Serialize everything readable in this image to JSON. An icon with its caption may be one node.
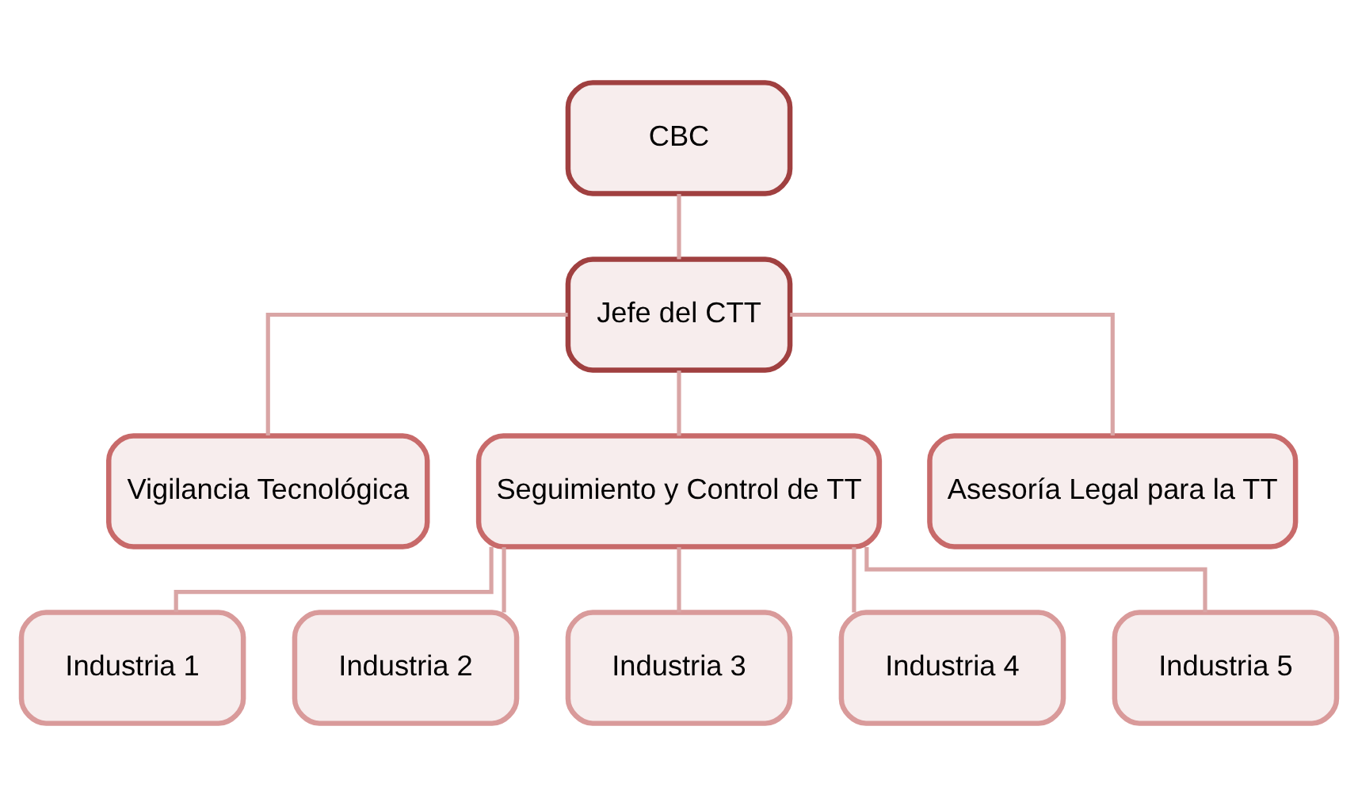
{
  "diagram": {
    "nodes": [
      {
        "text": [
          "CBC"
        ]
      },
      {
        "text": [
          "Jefe del CTT"
        ]
      },
      {
        "text": [
          "Vigilancia Tecnológica"
        ]
      },
      {
        "text": [
          "Seguimiento y Control de TT"
        ]
      },
      {
        "text": [
          "Asesoría Legal para la TT"
        ]
      },
      {
        "text": [
          "Industria 1"
        ]
      },
      {
        "text": [
          "Industria 2"
        ]
      },
      {
        "text": [
          "Industria 3"
        ]
      },
      {
        "text": [
          "Industria 4"
        ]
      },
      {
        "text": [
          "Industria 5"
        ]
      }
    ],
    "edges": [
      {
        "from": 0,
        "to": 1,
        "arrow": "none"
      },
      {
        "from": 1,
        "to": 2,
        "arrow": "none"
      },
      {
        "from": 1,
        "to": 3,
        "arrow": "none"
      },
      {
        "from": 1,
        "to": 4,
        "arrow": "none"
      },
      {
        "from": 3,
        "to": 5,
        "arrow": "none"
      },
      {
        "from": 3,
        "to": 6,
        "arrow": "none"
      },
      {
        "from": 3,
        "to": 7,
        "arrow": "none"
      },
      {
        "from": 3,
        "to": 8,
        "arrow": "none"
      },
      {
        "from": 3,
        "to": 9,
        "arrow": "none"
      }
    ]
  }
}
